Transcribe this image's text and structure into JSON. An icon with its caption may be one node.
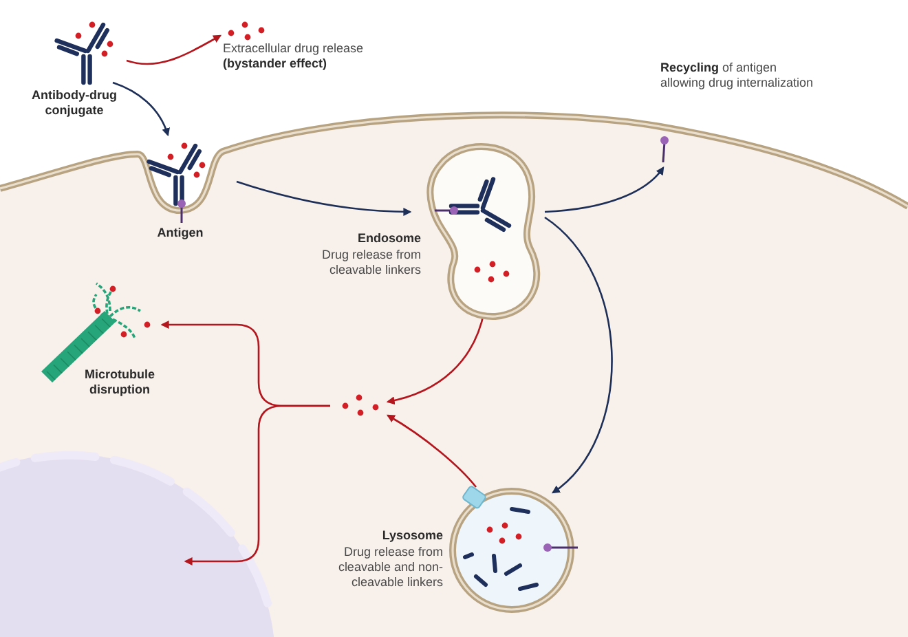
{
  "diagram": {
    "nodes": [
      {
        "text": [
          "Antibody-drug conjugate"
        ]
      },
      {
        "text": [
          "Extracellular drug release **(bystander effect)**"
        ]
      },
      {
        "text": [
          "Antigen"
        ]
      },
      {
        "text": [
          "**Recycling** of antigen allowing drug internalization"
        ]
      },
      {
        "text": [
          "Endosome",
          "Drug release from cleavable linkers"
        ]
      },
      {
        "text": [],
        "shape": "picture"
      },
      {
        "text": [
          "Microtubule disruption"
        ]
      },
      {
        "text": [],
        "shape": "circle"
      },
      {
        "text": [
          "Lysosome",
          "Drug release from cleavable and non-cleavable linkers"
        ]
      }
    ],
    "edges": [
      {
        "from": 0,
        "to": 1,
        "arrow": "to"
      },
      {
        "from": 0,
        "to": 2,
        "arrow": "to",
        "color": "#1e2f57"
      },
      {
        "from": 2,
        "to": 4,
        "arrow": "to",
        "color": "#1e2f57"
      },
      {
        "from": 4,
        "to": 3,
        "arrow": "to",
        "color": "#1e2f57"
      },
      {
        "from": 4,
        "to": 8,
        "arrow": "to",
        "color": "#1e2f57"
      },
      {
        "from": 4,
        "to": 5,
        "arrow": "to"
      },
      {
        "from": 8,
        "to": 5,
        "arrow": "to"
      },
      {
        "from": 5,
        "to": 6,
        "arrow": "to"
      },
      {
        "from": 5,
        "to": 7,
        "arrow": "to"
      }
    ]
  }
}
